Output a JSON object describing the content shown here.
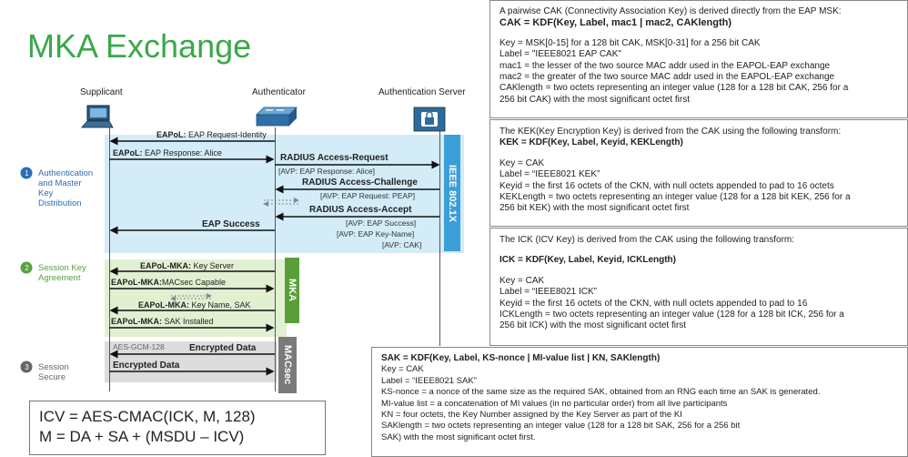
{
  "title": "MKA Exchange",
  "nodes": {
    "supplicant": "Supplicant",
    "authenticator": "Authenticator",
    "auth_server": "Authentication Server"
  },
  "steps": [
    {
      "num": "1",
      "line1": "Authentication",
      "line2": "and Master",
      "line3": "Key",
      "line4": "Distribution"
    },
    {
      "num": "2",
      "line1": "Session Key",
      "line2": "Agreement"
    },
    {
      "num": "3",
      "line1": "Session",
      "line2": "Secure"
    }
  ],
  "bars": {
    "ieee": "IEEE 802.1X",
    "mka": "MKA",
    "macsec": "MACsec"
  },
  "messages": {
    "eapol_req_key": "EAPoL:",
    "eapol_req_text": " EAP Request-Identity",
    "eapol_resp_key": "EAPoL:",
    "eapol_resp_text": " EAP Response: Alice",
    "radius_req": "RADIUS Access-Request",
    "radius_req_avp": "[AVP: EAP Response: Alice]",
    "radius_chal": "RADIUS Access-Challenge",
    "radius_chal_avp": "[AVP: EAP Request: PEAP]",
    "radius_acc": "RADIUS Access-Accept",
    "radius_acc_avp1": "[AVP: EAP Success]",
    "radius_acc_avp2": "[AVP: EAP Key-Name]",
    "radius_acc_avp3": "[AVP: CAK]",
    "eap_success": "EAP Success",
    "mka1_key": "EAPoL-MKA:",
    "mka1_text": " Key Server",
    "mka2_key": "EAPoL-MKA:",
    "mka2_text": "MACsec Capable",
    "mka3_key": "EAPoL-MKA:",
    "mka3_text": " Key Name, SAK",
    "mka4_key": "EAPoL-MKA:",
    "mka4_text": " SAK Installed",
    "aes": "AES-GCM-128",
    "enc1": "Encrypted Data",
    "enc2": "Encrypted Data"
  },
  "icv": {
    "line1": "ICV = AES-CMAC(ICK, M, 128)",
    "line2": "M = DA + SA + (MSDU – ICV)"
  },
  "panel_cak": {
    "l1": "A pairwise CAK (Connectivity Association Key) is derived directly from the EAP MSK:",
    "l2": "CAK = KDF(Key, Label, mac1 | mac2, CAKlength)",
    "l3": "Key = MSK[0-15] for a 128 bit CAK, MSK[0-31] for a 256 bit CAK",
    "l4": "Label = \"IEEE8021 EAP CAK\"",
    "l5": "mac1 = the lesser of the two source MAC addr used in the EAPOL-EAP exchange",
    "l6": "mac2 = the greater of the two source MAC addr used in the EAPOL-EAP exchange",
    "l7": "CAKlength = two octets representing an integer value (128 for a 128 bit CAK, 256 for a",
    "l8": "256 bit CAK) with the most significant octet first"
  },
  "panel_kek": {
    "l1": "The KEK(Key Encryption Key) is derived from the CAK using the following transform:",
    "l2": "KEK = KDF(Key, Label, Keyid, KEKLength)",
    "l3": "Key = CAK",
    "l4": "Label = “IEEE8021 KEK”",
    "l5": "Keyid = the first 16 octets of the CKN, with null octets appended to pad to 16 octets",
    "l6": "KEKLength = two octets representing an integer value (128 for a 128 bit KEK, 256 for a",
    "l7": "256 bit KEK) with the most significant octet first"
  },
  "panel_ick": {
    "l1": "The ICK (ICV Key) is derived from the CAK using the following transform:",
    "l2": "ICK = KDF(Key, Label, Keyid, ICKLength)",
    "l3": "Key = CAK",
    "l4": "Label = “IEEE8021 ICK”",
    "l5": "Keyid = the first 16 octets of the CKN, with null octets appended to pad to 16",
    "l6": "ICKLength = two octets representing an integer value (128 for a 128 bit ICK, 256 for a",
    "l7": "256 bit ICK) with the most significant octet first"
  },
  "panel_sak": {
    "l1": "SAK = KDF(Key, Label, KS-nonce | MI-value list | KN, SAKlength)",
    "l2": "Key = CAK",
    "l3": "Label = “IEEE8021 SAK”",
    "l4": "KS-nonce = a nonce of the same size as the required SAK, obtained from an RNG each time an SAK is generated.",
    "l5": "MI-value list = a concatenation of MI values (in no particular order) from all live participants",
    "l6": "KN = four octets, the Key Number assigned by the Key Server as part of the KI",
    "l7": "SAKlength = two octets representing an integer value (128 for a 128 bit SAK, 256 for a 256 bit",
    "l8": "SAK) with the most significant octet first."
  },
  "colors": {
    "title": "#3aa84a",
    "blue_band": "#d3ecf8",
    "green_band": "#e2f0d2",
    "gray_band": "#dcdcdc",
    "ieee_bar": "#3a9fd8",
    "mka_bar": "#5a9e3a",
    "macsec_bar": "#7a7a7a",
    "step_blue": "#2a6fb6",
    "step_green": "#5aa040",
    "step_gray": "#666666"
  },
  "icons": {
    "supplicant": "laptop-icon",
    "authenticator": "switch-icon",
    "auth_server": "server-lock-icon"
  }
}
